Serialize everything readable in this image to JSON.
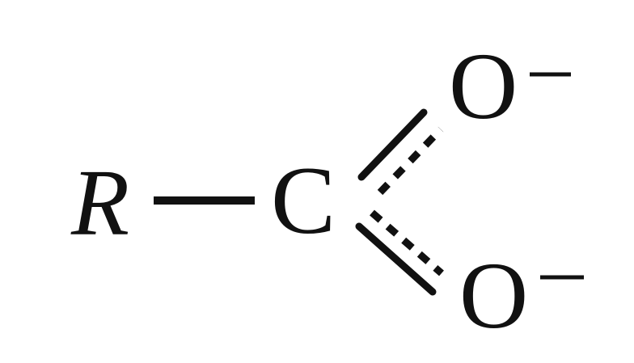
{
  "diagram": {
    "type": "chemical-structure",
    "description": "Carboxylate anion resonance hybrid",
    "atoms": {
      "r_group": "R",
      "carbon": "C",
      "oxygen_top": "O",
      "oxygen_bottom": "O"
    },
    "charges": {
      "oxygen_top": "−",
      "oxygen_bottom": "−"
    },
    "bonds": [
      {
        "from": "R",
        "to": "C",
        "type": "single"
      },
      {
        "from": "C",
        "to": "O_top",
        "type": "partial-double (solid + dashed)"
      },
      {
        "from": "C",
        "to": "O_bottom",
        "type": "partial-double (solid + dashed)"
      }
    ],
    "colors": {
      "ink": "#111111",
      "background": "#ffffff"
    }
  }
}
